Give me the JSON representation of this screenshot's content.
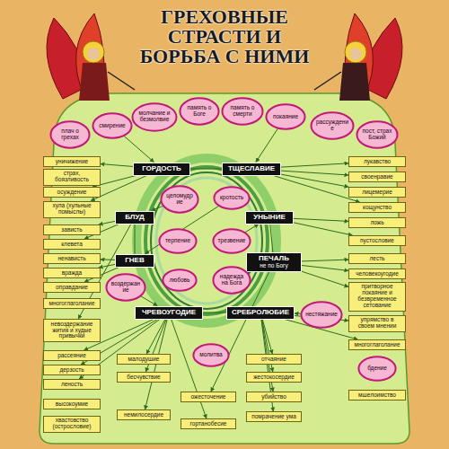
{
  "diagram": {
    "title": "ГРЕХОВНЫЕ СТРАСТИ И БОРЬБА С НИМИ",
    "nodes": [
      {
        "text": [
          "ГОРДОСТЬ"
        ]
      },
      {
        "text": [
          "ТЩЕСЛАВИЕ"
        ]
      },
      {
        "text": [
          "БЛУД"
        ]
      },
      {
        "text": [
          "УНЫНИЕ"
        ]
      },
      {
        "text": [
          "ГНЕВ"
        ]
      },
      {
        "text": [
          "ПЕЧАЛЬ",
          "не по Богу"
        ]
      },
      {
        "text": [
          "ЧРЕВОУГОДИЕ"
        ]
      },
      {
        "text": [
          "СРЕБРОЛЮБИЕ"
        ]
      },
      {
        "text": [
          "плач о грехах"
        ]
      },
      {
        "text": [
          "смирение"
        ]
      },
      {
        "text": [
          "молчание и безмолвие"
        ]
      },
      {
        "text": [
          "память о Боге"
        ]
      },
      {
        "text": [
          "память о смерти"
        ]
      },
      {
        "text": [
          "покаяние"
        ]
      },
      {
        "text": [
          "пост, страх Божий"
        ]
      },
      {
        "text": [
          "рассуждение"
        ]
      },
      {
        "text": [
          "целомудрие"
        ]
      },
      {
        "text": [
          "кротость"
        ]
      },
      {
        "text": [
          "терпение"
        ]
      },
      {
        "text": [
          "трезвение"
        ]
      },
      {
        "text": [
          "любовь"
        ]
      },
      {
        "text": [
          "надежда на Бога"
        ]
      },
      {
        "text": [
          "воздержание"
        ]
      },
      {
        "text": [
          "нестяжание"
        ]
      },
      {
        "text": [
          "молитва"
        ]
      },
      {
        "text": [
          "уничижение"
        ]
      },
      {
        "text": [
          "страх, боязливость"
        ]
      },
      {
        "text": [
          "осуждение"
        ]
      },
      {
        "text": [
          "хула (хульные помыслы)"
        ]
      },
      {
        "text": [
          "зависть"
        ]
      },
      {
        "text": [
          "клевета"
        ]
      },
      {
        "text": [
          "ненависть"
        ]
      },
      {
        "text": [
          "вражда"
        ]
      },
      {
        "text": [
          "оправдание"
        ]
      },
      {
        "text": [
          "многоглаголание"
        ]
      },
      {
        "text": [
          "невоздержание жития и худые привычки"
        ]
      },
      {
        "text": [
          "рассеяние"
        ]
      },
      {
        "text": [
          "дерзость"
        ]
      },
      {
        "text": [
          "леность"
        ]
      },
      {
        "text": [
          "высокоумие"
        ]
      },
      {
        "text": [
          "хвастовство (острословие)"
        ]
      },
      {
        "text": [
          "лукавство"
        ]
      },
      {
        "text": [
          "своенравие"
        ]
      },
      {
        "text": [
          "лицемерие"
        ]
      },
      {
        "text": [
          "кощунство"
        ]
      },
      {
        "text": [
          "ложь"
        ]
      },
      {
        "text": [
          "пустословие"
        ]
      },
      {
        "text": [
          "лесть"
        ]
      },
      {
        "text": [
          "человекоугодие"
        ]
      },
      {
        "text": [
          "притворное покаяние и безвременное сетование"
        ]
      },
      {
        "text": [
          "упрямство в своем мнении"
        ]
      },
      {
        "text": [
          "многоглаголание"
        ]
      },
      {
        "text": [
          "бдение"
        ]
      },
      {
        "text": [
          "мшелоимство"
        ]
      },
      {
        "text": [
          "малодушие"
        ]
      },
      {
        "text": [
          "отчаяние"
        ]
      },
      {
        "text": [
          "жестокосердие"
        ]
      },
      {
        "text": [
          "бесчувствие"
        ]
      },
      {
        "text": [
          "ожесточение"
        ]
      },
      {
        "text": [
          "немилосердие"
        ]
      },
      {
        "text": [
          "убийство"
        ]
      },
      {
        "text": [
          "помрачение ума"
        ]
      },
      {
        "text": [
          "гортанобесие"
        ]
      }
    ],
    "edges": [
      {
        "from": 0,
        "to": 1,
        "arrow": "none"
      },
      {
        "from": 2,
        "to": 4,
        "arrow": "none"
      },
      {
        "from": 3,
        "to": 5,
        "arrow": "none"
      },
      {
        "from": 6,
        "to": 7,
        "arrow": "none"
      },
      {
        "from": 0,
        "to": 25,
        "arrow": "to"
      },
      {
        "from": 0,
        "to": 27,
        "arrow": "to"
      },
      {
        "from": 0,
        "to": 28,
        "arrow": "to"
      },
      {
        "from": 1,
        "to": 41,
        "arrow": "to"
      },
      {
        "from": 1,
        "to": 42,
        "arrow": "to"
      },
      {
        "from": 1,
        "to": 43,
        "arrow": "to"
      },
      {
        "from": 1,
        "to": 44,
        "arrow": "to"
      },
      {
        "from": 2,
        "to": 29,
        "arrow": "to"
      },
      {
        "from": 2,
        "to": 30,
        "arrow": "to"
      },
      {
        "from": 2,
        "to": 35,
        "arrow": "to"
      },
      {
        "from": 3,
        "to": 45,
        "arrow": "to"
      },
      {
        "from": 3,
        "to": 46,
        "arrow": "to"
      },
      {
        "from": 4,
        "to": 31,
        "arrow": "to"
      },
      {
        "from": 4,
        "to": 32,
        "arrow": "to"
      },
      {
        "from": 4,
        "to": 33,
        "arrow": "to"
      },
      {
        "from": 5,
        "to": 47,
        "arrow": "to"
      },
      {
        "from": 5,
        "to": 48,
        "arrow": "to"
      },
      {
        "from": 5,
        "to": 49,
        "arrow": "to"
      },
      {
        "from": 6,
        "to": 36,
        "arrow": "to"
      },
      {
        "from": 6,
        "to": 37,
        "arrow": "to"
      },
      {
        "from": 6,
        "to": 38,
        "arrow": "to"
      },
      {
        "from": 6,
        "to": 54,
        "arrow": "to"
      },
      {
        "from": 6,
        "to": 57,
        "arrow": "to"
      },
      {
        "from": 6,
        "to": 59,
        "arrow": "to"
      },
      {
        "from": 6,
        "to": 62,
        "arrow": "to"
      },
      {
        "from": 5,
        "to": 58,
        "arrow": "to"
      },
      {
        "from": 7,
        "to": 50,
        "arrow": "to"
      },
      {
        "from": 7,
        "to": 51,
        "arrow": "to"
      },
      {
        "from": 7,
        "to": 55,
        "arrow": "to"
      },
      {
        "from": 7,
        "to": 56,
        "arrow": "to"
      },
      {
        "from": 7,
        "to": 60,
        "arrow": "to"
      },
      {
        "from": 7,
        "to": 61,
        "arrow": "to"
      },
      {
        "from": 9,
        "to": 0,
        "arrow": "to"
      },
      {
        "from": 13,
        "to": 1,
        "arrow": "to"
      },
      {
        "from": 16,
        "to": 2,
        "arrow": "to"
      },
      {
        "from": 19,
        "to": 3,
        "arrow": "to"
      },
      {
        "from": 17,
        "to": 4,
        "arrow": "to"
      },
      {
        "from": 21,
        "to": 5,
        "arrow": "to"
      },
      {
        "from": 22,
        "to": 6,
        "arrow": "to"
      },
      {
        "from": 23,
        "to": 7,
        "arrow": "to"
      }
    ]
  }
}
